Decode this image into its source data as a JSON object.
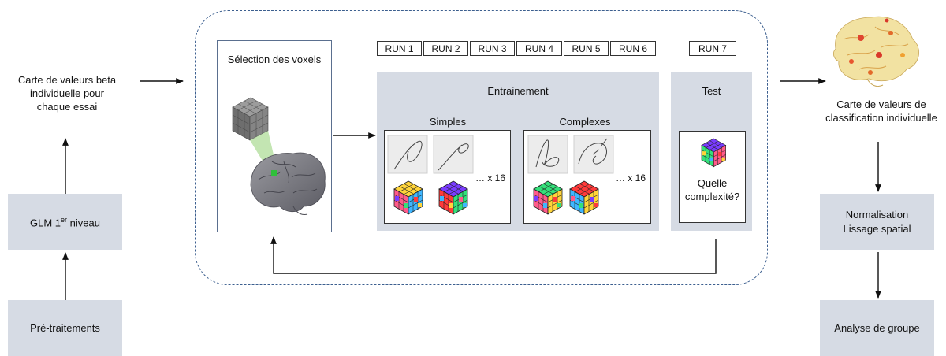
{
  "left": {
    "beta_map": [
      "Carte de valeurs beta",
      "individuelle pour",
      "chaque essai"
    ],
    "glm": {
      "prefix": "GLM 1",
      "sup": "er",
      "suffix": " niveau"
    },
    "pretraitements": "Pré-traitements"
  },
  "center": {
    "selection_title": "Sélection des voxels",
    "runs": [
      "RUN 1",
      "RUN 2",
      "RUN 3",
      "RUN 4",
      "RUN 5",
      "RUN 6",
      "RUN 7"
    ],
    "training_title": "Entrainement",
    "test_title": "Test",
    "simples_title": "Simples",
    "complexes_title": "Complexes",
    "repeat_simples": "… x 16",
    "repeat_complexes": "… x 16",
    "question": [
      "Quelle",
      "complexité?"
    ]
  },
  "right": {
    "classification_map": [
      "Carte de valeurs de",
      "classification individuelle"
    ],
    "normalisation": [
      "Normalisation",
      "Lissage spatial"
    ],
    "analyse": "Analyse de groupe"
  },
  "colors": {
    "panel_gray": "#d6dbe4",
    "dashed_border": "#3c5f8f",
    "arrow": "#111111"
  },
  "icons": [
    "brain-icon",
    "voxel-cube-icon",
    "rubiks-cube-icon",
    "scribble-thumbnail-icon",
    "cortex-map-icon"
  ]
}
